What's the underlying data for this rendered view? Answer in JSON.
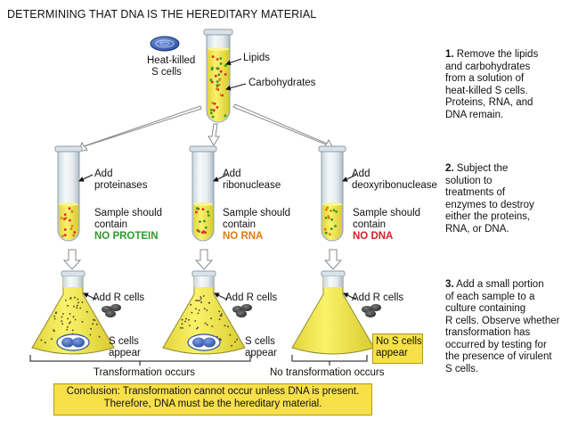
{
  "title": "DETERMINING THAT DNA IS THE HEREDITARY MATERIAL",
  "top_tube": {
    "cells_label_line1": "Heat-killed",
    "cells_label_line2": "S cells",
    "lipids": "Lipids",
    "carbohydrates": "Carbohydrates"
  },
  "tubes": [
    {
      "add_line1": "Add",
      "add_line2": "proteinases",
      "sample_line1": "Sample should",
      "sample_line2": "contain",
      "result": "NO PROTEIN"
    },
    {
      "add_line1": "Add",
      "add_line2": "ribonuclease",
      "sample_line1": "Sample should",
      "sample_line2": "contain",
      "result": "NO RNA"
    },
    {
      "add_line1": "Add",
      "add_line2": "deoxyribonuclease",
      "sample_line1": "Sample should",
      "sample_line2": "contain",
      "result": "NO DNA"
    }
  ],
  "flasks": [
    {
      "add_r": "Add R cells",
      "outcome_line1": "S cells",
      "outcome_line2": "appear"
    },
    {
      "add_r": "Add R cells",
      "outcome_line1": "S cells",
      "outcome_line2": "appear"
    },
    {
      "add_r": "Add R cells",
      "outcome_line1": "No S cells",
      "outcome_line2": "appear"
    }
  ],
  "brackets": {
    "transformation": "Transformation occurs",
    "no_transformation": "No transformation occurs"
  },
  "conclusion": {
    "line1": "Conclusion: Transformation cannot occur unless DNA is present.",
    "line2": "Therefore, DNA must be the hereditary material."
  },
  "steps": [
    {
      "num": "1.",
      "lines": [
        "Remove the lipids",
        "and carbohydrates",
        "from a solution of",
        "heat-killed S cells.",
        "Proteins, RNA, and",
        "DNA remain."
      ]
    },
    {
      "num": "2.",
      "lines": [
        "Subject the",
        "solution to",
        "treatments of",
        "enzymes to destroy",
        "either the proteins,",
        "RNA, or DNA."
      ]
    },
    {
      "num": "3.",
      "lines": [
        "Add a small portion",
        "of each sample to a",
        "culture containing",
        "R cells. Observe whether",
        "transformation has",
        "occurred by testing for",
        "the presence of virulent",
        "S cells."
      ]
    }
  ],
  "colors": {
    "fluid": "#f4ec4a",
    "result_protein": "#2f9a2f",
    "result_rna": "#e07a12",
    "result_dna": "#d6202a",
    "conclusion_bg": "#f7e04a",
    "s_cell": "#3d63b8"
  }
}
